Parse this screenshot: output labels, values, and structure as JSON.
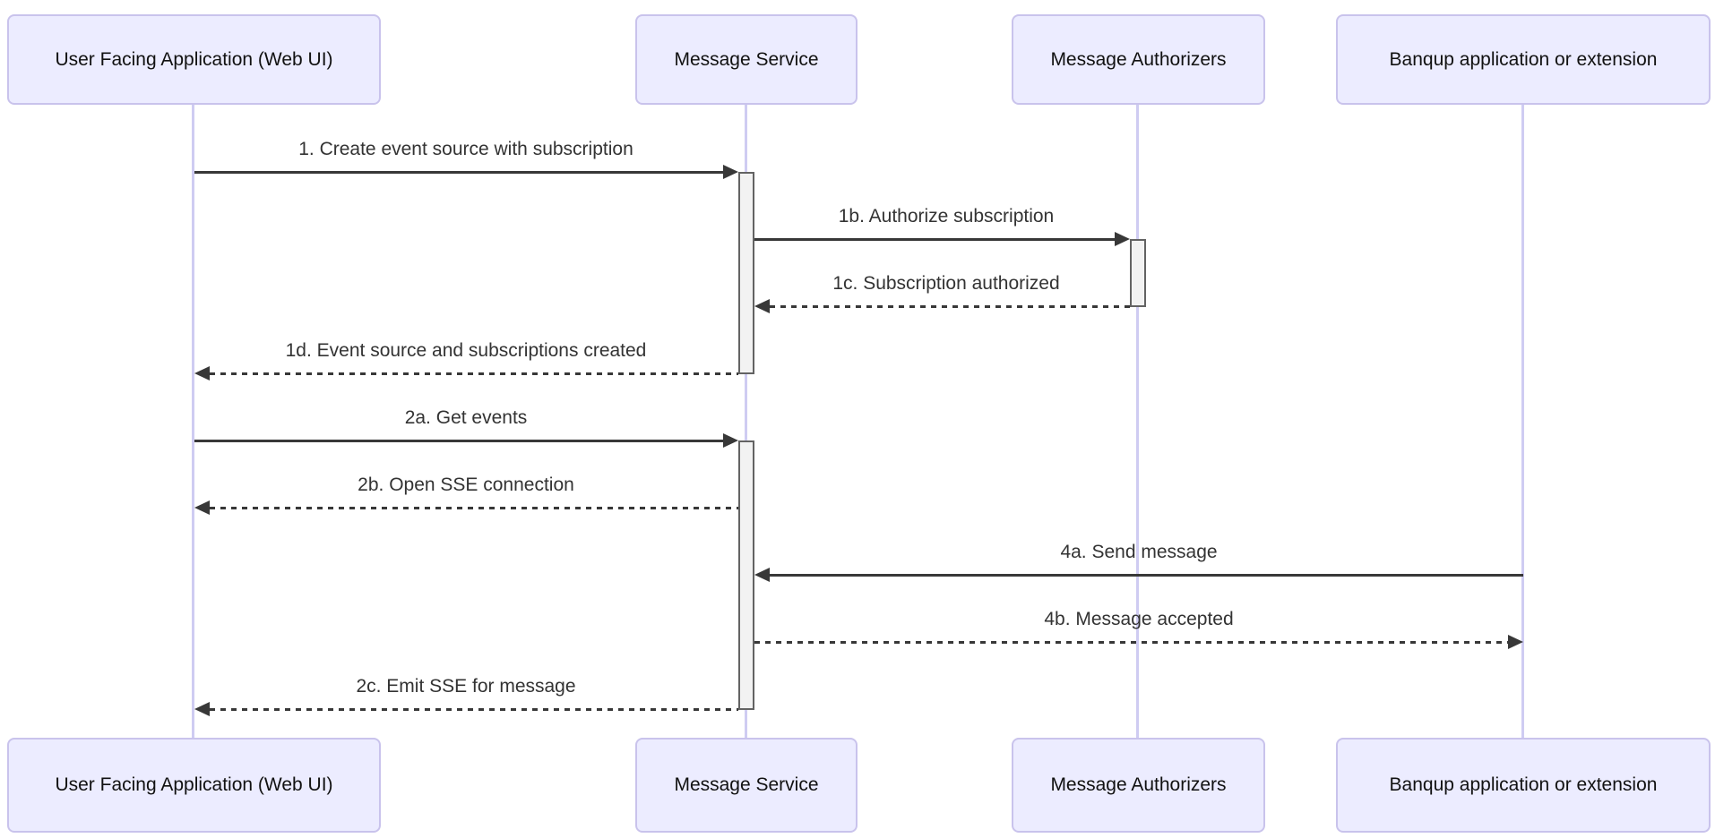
{
  "diagram": {
    "type": "sequence-diagram",
    "actors": [
      {
        "id": "web-ui",
        "label": "User Facing Application (Web UI)"
      },
      {
        "id": "message-service",
        "label": "Message Service"
      },
      {
        "id": "message-authorizers",
        "label": "Message Authorizers"
      },
      {
        "id": "banqup",
        "label": "Banqup application or extension"
      }
    ],
    "messages": [
      {
        "label": "1. Create event source with subscription",
        "from": "web-ui",
        "to": "message-service",
        "style": "solid"
      },
      {
        "label": "1b. Authorize subscription",
        "from": "message-service",
        "to": "message-authorizers",
        "style": "solid"
      },
      {
        "label": "1c. Subscription authorized",
        "from": "message-authorizers",
        "to": "message-service",
        "style": "dashed"
      },
      {
        "label": "1d. Event source and subscriptions created",
        "from": "message-service",
        "to": "web-ui",
        "style": "dashed"
      },
      {
        "label": "2a. Get events",
        "from": "web-ui",
        "to": "message-service",
        "style": "solid"
      },
      {
        "label": "2b. Open SSE connection",
        "from": "message-service",
        "to": "web-ui",
        "style": "dashed"
      },
      {
        "label": "4a. Send message",
        "from": "banqup",
        "to": "message-service",
        "style": "solid"
      },
      {
        "label": "4b. Message accepted",
        "from": "message-service",
        "to": "banqup",
        "style": "dashed"
      },
      {
        "label": "2c. Emit SSE for message",
        "from": "message-service",
        "to": "web-ui",
        "style": "dashed"
      }
    ]
  },
  "colors": {
    "background": "#ffffff",
    "actor-fill": "#ececff",
    "actor-border": "#c9c3ec",
    "actor-text": "#111111",
    "lifeline": "#cfccf2",
    "activation-fill": "#f2f2f2",
    "activation-border": "#636363",
    "arrow": "#383838",
    "message-text": "#333333"
  }
}
